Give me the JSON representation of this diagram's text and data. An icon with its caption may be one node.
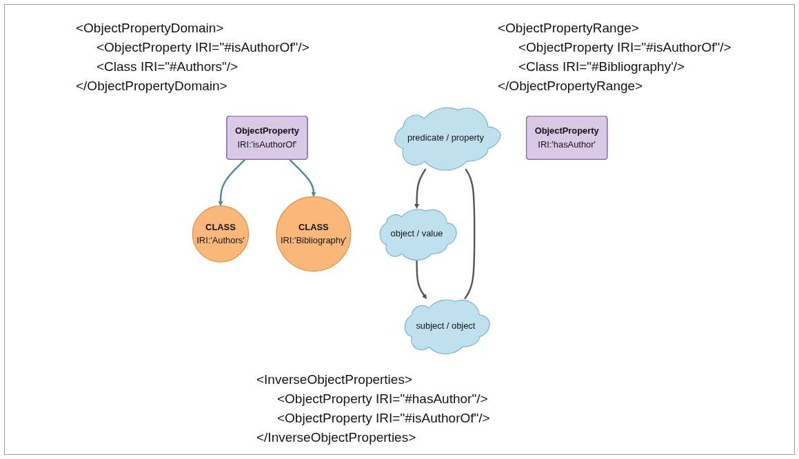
{
  "diagram": {
    "nodes": [
      {
        "text": [
          "ObjectProperty",
          "IRI:'isAuthorOf'"
        ]
      },
      {
        "text": [
          "CLASS",
          "IRI:'Authors'"
        ]
      },
      {
        "text": [
          "CLASS",
          "IRI:'Bibliography'"
        ]
      },
      {
        "text": [
          "predicate / property"
        ]
      },
      {
        "text": [
          "subject / object"
        ]
      },
      {
        "text": [
          "ObjectProperty",
          "IRI:'hasAuthor'"
        ]
      },
      {
        "text": [
          "object / value"
        ]
      }
    ],
    "edges": [
      {
        "from": 0,
        "to": 1,
        "arrow": "to",
        "color": "#4a8a99"
      },
      {
        "from": 0,
        "to": 2,
        "arrow": "to",
        "color": "#4a8a99"
      },
      {
        "from": 4,
        "to": 3,
        "arrow": "none"
      },
      {
        "from": 3,
        "to": 6,
        "arrow": "to"
      },
      {
        "from": 6,
        "to": 4,
        "arrow": "to"
      }
    ],
    "labels": [
      "<ObjectPropertyDomain>",
      "<ObjectProperty IRI=\"#isAuthorOf\"/>",
      "<Class IRI=\"#Authors\"/>",
      "</ObjectPropertyDomain>",
      "<ObjectPropertyRange>",
      "<ObjectProperty IRI=\"#isAuthorOf\"/>",
      "<Class IRI=\"#Bibliography'/>",
      "</ObjectPropertyRange>",
      "<InverseObjectProperties>",
      "<ObjectProperty IRI=\"#hasAuthor\"/>",
      "<ObjectProperty IRI=\"#isAuthorOf\"/>",
      "</InverseObjectProperties>"
    ]
  }
}
